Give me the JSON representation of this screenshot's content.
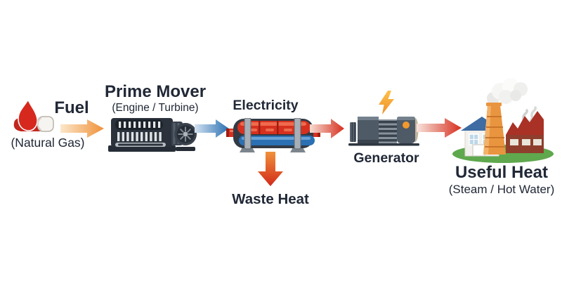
{
  "diagram_type": "chp-process-flow",
  "flow": {
    "fuel": {
      "label": "Fuel",
      "sublabel": "(Natural Gas)",
      "icon": "flame-icon"
    },
    "prime_mover": {
      "label": "Prime Mover",
      "sublabel": "(Engine / Turbine)",
      "icon": "engine-turbine-icon"
    },
    "electricity": {
      "label": "Electricity",
      "icon": "heat-exchanger-icon"
    },
    "waste_heat": {
      "label": "Waste Heat",
      "icon": "down-arrow-icon"
    },
    "generator": {
      "label": "Generator",
      "icon": "electric-motor-icon",
      "badge_icon": "lightning-bolt-icon"
    },
    "useful_heat": {
      "label": "Useful Heat",
      "sublabel": "(Steam / Hot Water)",
      "icon": "factory-icon"
    }
  },
  "arrows": [
    {
      "from": "fuel",
      "to": "prime_mover",
      "direction": "right",
      "color": "#f0913a"
    },
    {
      "from": "prime_mover",
      "to": "electricity",
      "direction": "right",
      "color": "#2a70b2"
    },
    {
      "from": "electricity",
      "to": "generator",
      "direction": "right",
      "color": "#d62f1e"
    },
    {
      "from": "electricity",
      "to": "waste_heat",
      "direction": "down",
      "color": "#d62f1e"
    },
    {
      "from": "generator",
      "to": "useful_heat",
      "direction": "right",
      "color": "#d62f1e"
    }
  ],
  "colors": {
    "background": "#ffffff",
    "text": "#212836",
    "arrow_orange": "#f0913a",
    "arrow_blue": "#2a70b2",
    "arrow_red": "#d62f1e",
    "flame_red": "#d7281e",
    "bolt_orange": "#f7a12b",
    "grass_green": "#5fa84d",
    "roof_blue": "#3e6ca3",
    "factory_brick": "#8f3e2e",
    "chimney_orange": "#e9953f"
  }
}
